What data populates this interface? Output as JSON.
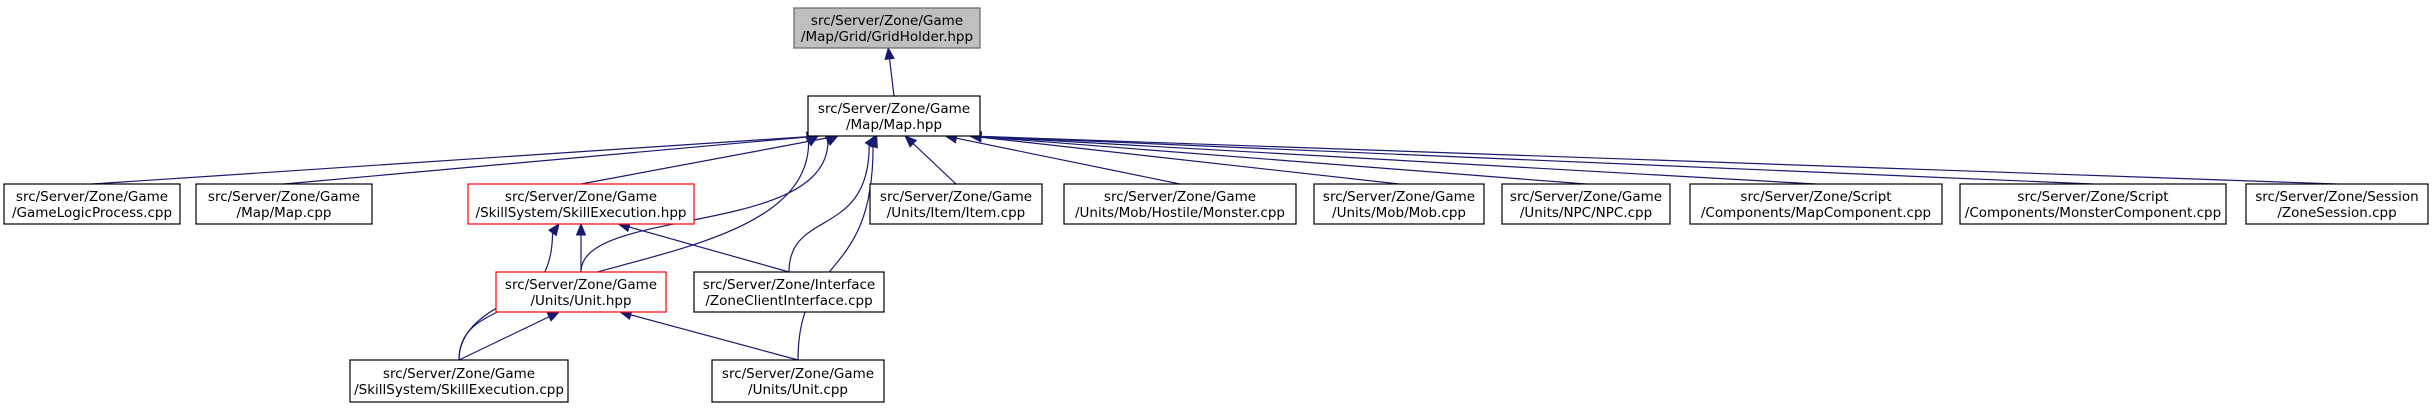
{
  "diagram": {
    "nodes": [
      {
        "id": "grid_holder",
        "lines": [
          "src/Server/Zone/Game",
          "/Map/Grid/GridHolder.hpp"
        ],
        "style": "root"
      },
      {
        "id": "map_hpp",
        "lines": [
          "src/Server/Zone/Game",
          "/Map/Map.hpp"
        ],
        "style": "normal"
      },
      {
        "id": "game_logic",
        "lines": [
          "src/Server/Zone/Game",
          "/GameLogicProcess.cpp"
        ],
        "style": "normal"
      },
      {
        "id": "map_cpp",
        "lines": [
          "src/Server/Zone/Game",
          "/Map/Map.cpp"
        ],
        "style": "normal"
      },
      {
        "id": "skill_exec_hpp",
        "lines": [
          "src/Server/Zone/Game",
          "/SkillSystem/SkillExecution.hpp"
        ],
        "style": "truncated"
      },
      {
        "id": "item_cpp",
        "lines": [
          "src/Server/Zone/Game",
          "/Units/Item/Item.cpp"
        ],
        "style": "normal"
      },
      {
        "id": "monster_cpp",
        "lines": [
          "src/Server/Zone/Game",
          "/Units/Mob/Hostile/Monster.cpp"
        ],
        "style": "normal"
      },
      {
        "id": "mob_cpp",
        "lines": [
          "src/Server/Zone/Game",
          "/Units/Mob/Mob.cpp"
        ],
        "style": "normal"
      },
      {
        "id": "npc_cpp",
        "lines": [
          "src/Server/Zone/Game",
          "/Units/NPC/NPC.cpp"
        ],
        "style": "normal"
      },
      {
        "id": "map_component",
        "lines": [
          "src/Server/Zone/Script",
          "/Components/MapComponent.cpp"
        ],
        "style": "normal"
      },
      {
        "id": "monster_component",
        "lines": [
          "src/Server/Zone/Script",
          "/Components/MonsterComponent.cpp"
        ],
        "style": "normal"
      },
      {
        "id": "zone_session",
        "lines": [
          "src/Server/Zone/Session",
          "/ZoneSession.cpp"
        ],
        "style": "normal"
      },
      {
        "id": "unit_hpp",
        "lines": [
          "src/Server/Zone/Game",
          "/Units/Unit.hpp"
        ],
        "style": "truncated"
      },
      {
        "id": "zone_client_interface",
        "lines": [
          "src/Server/Zone/Interface",
          "/ZoneClientInterface.cpp"
        ],
        "style": "normal"
      },
      {
        "id": "skill_exec_cpp",
        "lines": [
          "src/Server/Zone/Game",
          "/SkillSystem/SkillExecution.cpp"
        ],
        "style": "normal"
      },
      {
        "id": "unit_cpp",
        "lines": [
          "src/Server/Zone/Game",
          "/Units/Unit.cpp"
        ],
        "style": "normal"
      }
    ],
    "edges": [
      {
        "from": "map_hpp",
        "to": "grid_holder"
      },
      {
        "from": "game_logic",
        "to": "map_hpp"
      },
      {
        "from": "map_cpp",
        "to": "map_hpp"
      },
      {
        "from": "skill_exec_hpp",
        "to": "map_hpp"
      },
      {
        "from": "skill_exec_cpp",
        "to": "map_hpp"
      },
      {
        "from": "unit_hpp",
        "to": "map_hpp"
      },
      {
        "from": "zone_client_interface",
        "to": "map_hpp"
      },
      {
        "from": "unit_cpp",
        "to": "map_hpp"
      },
      {
        "from": "item_cpp",
        "to": "map_hpp"
      },
      {
        "from": "monster_cpp",
        "to": "map_hpp"
      },
      {
        "from": "mob_cpp",
        "to": "map_hpp"
      },
      {
        "from": "npc_cpp",
        "to": "map_hpp"
      },
      {
        "from": "map_component",
        "to": "map_hpp"
      },
      {
        "from": "monster_component",
        "to": "map_hpp"
      },
      {
        "from": "zone_session",
        "to": "map_hpp"
      },
      {
        "from": "unit_hpp",
        "to": "skill_exec_hpp"
      },
      {
        "from": "skill_exec_cpp",
        "to": "skill_exec_hpp"
      },
      {
        "from": "zone_client_interface",
        "to": "skill_exec_hpp"
      },
      {
        "from": "skill_exec_cpp",
        "to": "unit_hpp"
      },
      {
        "from": "unit_cpp",
        "to": "unit_hpp"
      }
    ],
    "colors": {
      "edge": "#191970",
      "root_fill": "#bfbfbf",
      "root_stroke": "#666666",
      "truncated_stroke": "#ff0000",
      "node_stroke": "#000000",
      "node_fill": "#ffffff"
    }
  }
}
